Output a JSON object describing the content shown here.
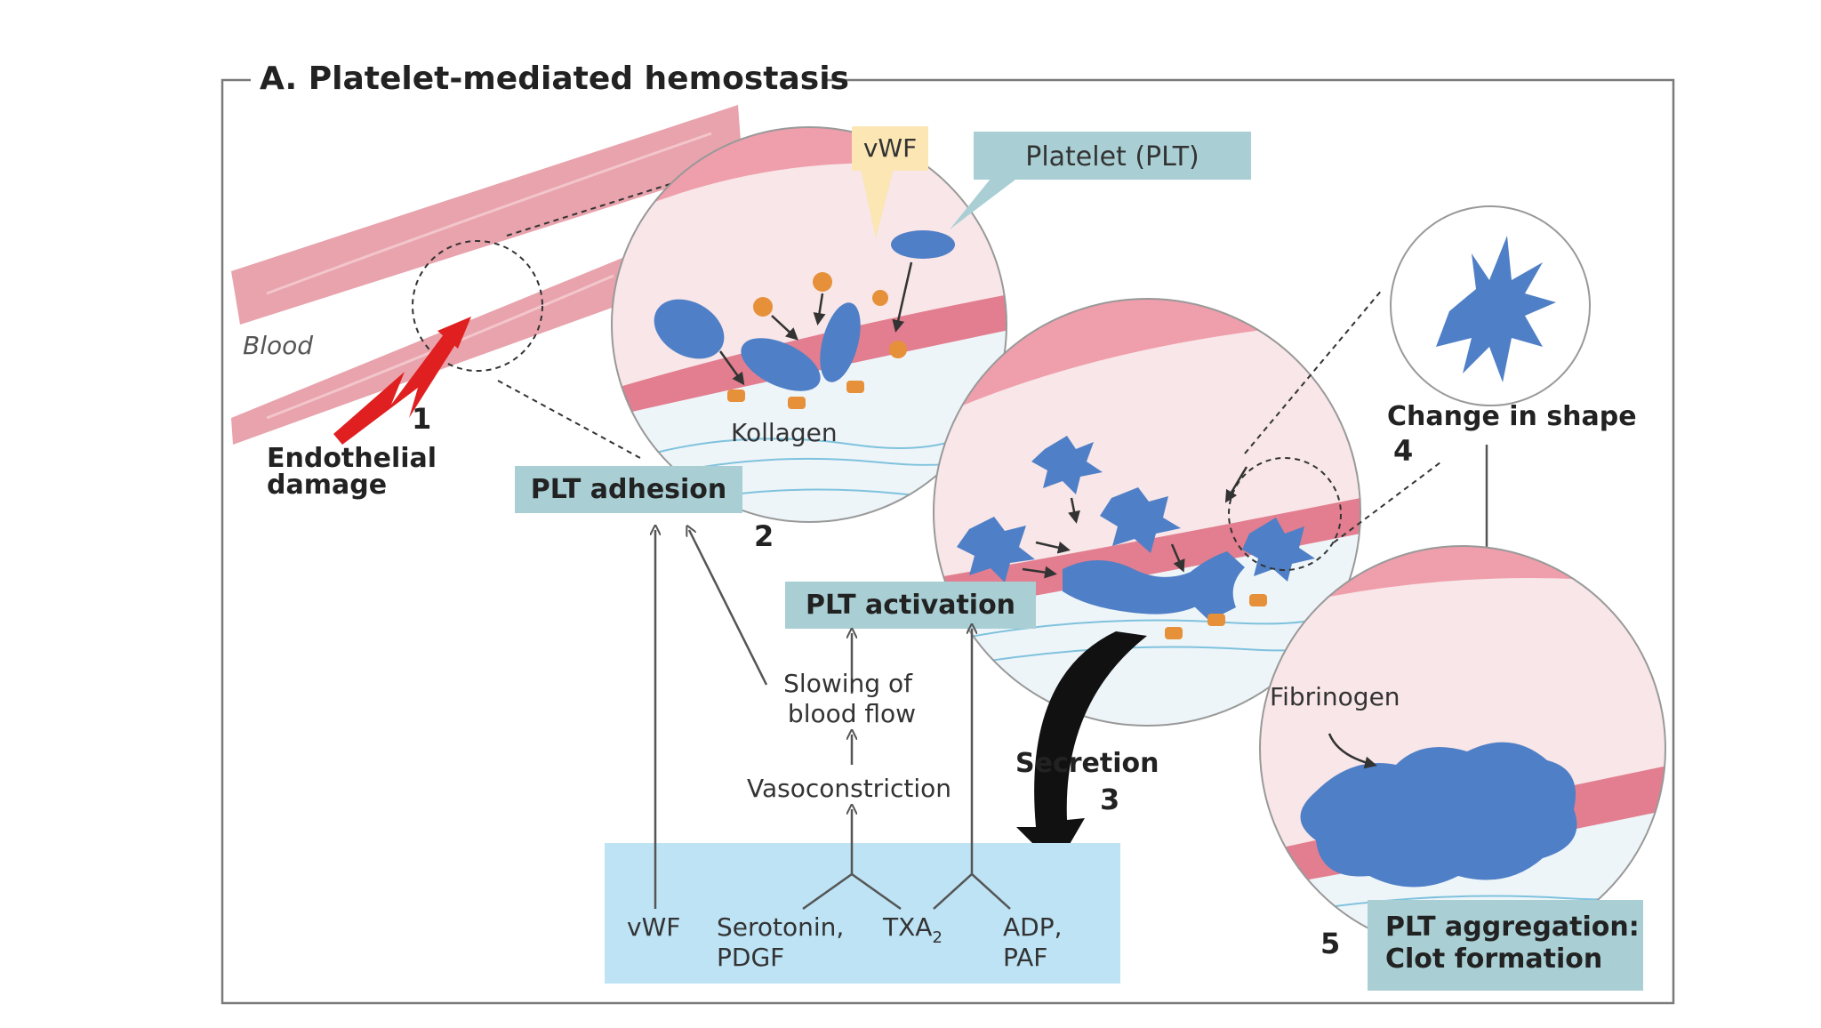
{
  "title": "A. Platelet-mediated hemostasis",
  "colors": {
    "frame": "#7a7a7a",
    "vessel": "#e8a3ad",
    "vessel_dark": "#d45d6f",
    "label_box": "#a9cfd4",
    "source_box": "#bde3f5",
    "platelet": "#4f7fc6",
    "granule": "#e6903a",
    "vwf_box": "#fbe6b4",
    "damage_arrow": "#e02020"
  },
  "labels": {
    "blood": "Blood",
    "step1": "1",
    "endothelial": [
      "Endothelial",
      "damage"
    ],
    "vwf_tag": "vWF",
    "platelet_tag": "Platelet (PLT)",
    "kollagen": "Kollagen",
    "plt_adhesion": "PLT adhesion",
    "step2": "2",
    "plt_activation": "PLT activation",
    "slowing": [
      "Slowing of",
      "blood flow"
    ],
    "vasoconstriction": "Vasoconstriction",
    "secretion": "Secretion",
    "step3": "3",
    "change_shape": "Change in shape",
    "step4": "4",
    "fibrinogen": "Fibrinogen",
    "step5": "5",
    "aggregation": [
      "PLT aggregation:",
      "Clot formation"
    ]
  },
  "sources": [
    {
      "line1": "vWF",
      "line2": ""
    },
    {
      "line1": "Serotonin,",
      "line2": "PDGF"
    },
    {
      "line1": "TXA",
      "sub": "2",
      "line2": ""
    },
    {
      "line1": "ADP,",
      "line2": "PAF"
    }
  ]
}
